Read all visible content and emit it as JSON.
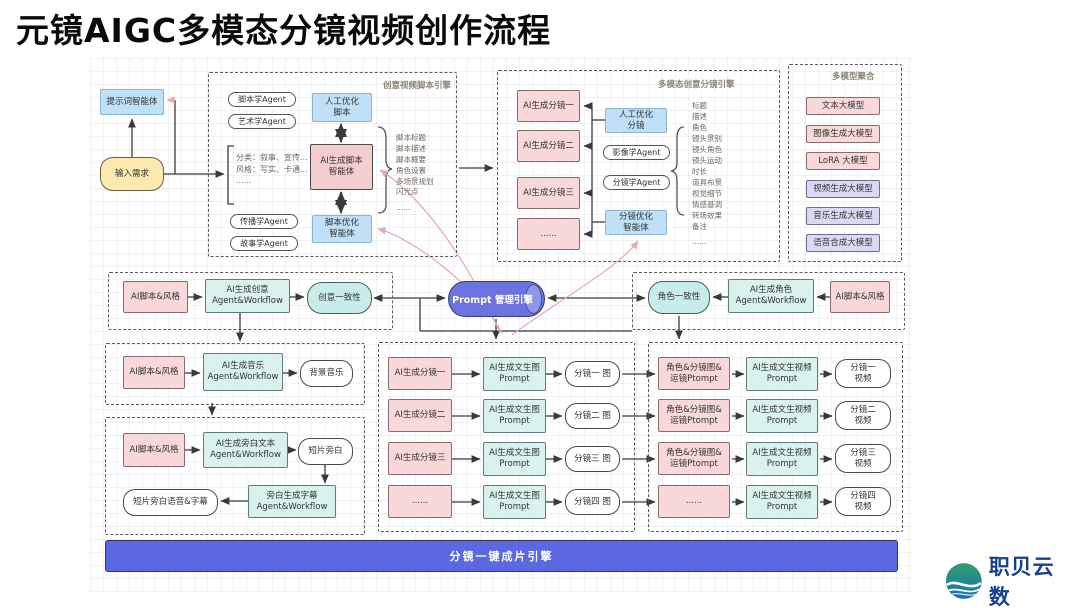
{
  "page_title": "元镜AIGC多模态分镜视频创作流程",
  "colors": {
    "pink_box": "#f8d8d8",
    "teal_box": "#d9f2ee",
    "blue_box": "#bfe0f6",
    "yellow_box": "#fbe9ae",
    "lavender_box": "#d7daf2",
    "cylinder": "#6a73e0",
    "bottom_bar": "#5c68e2",
    "logo_text": "#17418f",
    "link_pink": "#e3aaaa"
  },
  "input": {
    "prompt_agent": "提示词智能体",
    "demand": "输入需求"
  },
  "script_engine": {
    "title": "创意视频脚本引擎",
    "agents": [
      "脚本学Agent",
      "艺术学Agent",
      "传播学Agent",
      "故事学Agent"
    ],
    "classify": "分类：叙事、宣传...\n风格：写实、卡通...\n......",
    "manual": "人工优化\n脚本",
    "gen": "AI生成脚本\n智能体",
    "optimize": "脚本优化\n智能体",
    "fields": [
      "脚本标题",
      "脚本描述",
      "脚本概要",
      "角色设置",
      "多场景规划",
      "闪光点",
      "......"
    ]
  },
  "storyboard_engine": {
    "title": "多模态创意分镜引擎",
    "shots": [
      "AI生成分镜一",
      "AI生成分镜二",
      "AI生成分镜三",
      "......"
    ],
    "manual": "人工优化\n分镜",
    "agents": [
      "影像学Agent",
      "分镜学Agent"
    ],
    "optimize": "分镜优化\n智能体",
    "fields": [
      "标题",
      "描述",
      "角色",
      "镜头景别",
      "镜头角色",
      "镜头运动",
      "时长",
      "道具布景",
      "视觉细节",
      "情感基调",
      "转场效果",
      "备注",
      "......"
    ]
  },
  "model_hub": {
    "title": "多模型聚合",
    "models": [
      {
        "label": "文本大模型",
        "type": "pink"
      },
      {
        "label": "图像生成大模型",
        "type": "pink"
      },
      {
        "label": "LoRA 大模型",
        "type": "pink"
      },
      {
        "label": "视频生成大模型",
        "type": "lavender"
      },
      {
        "label": "音乐生成大模型",
        "type": "lavender"
      },
      {
        "label": "语音合成大模型",
        "type": "lavender"
      }
    ]
  },
  "creative_row": {
    "script_style": "AI脚本&风格",
    "gen": "AI生成创意\nAgent&Workflow",
    "consistency": "创意一致性"
  },
  "prompt_engine": {
    "label": "Prompt 管理引擎"
  },
  "character_row": {
    "consistency": "角色一致性",
    "gen": "AI生成角色\nAgent&Workflow",
    "script_style": "AI脚本&风格"
  },
  "music_row": {
    "script_style": "AI脚本&风格",
    "gen": "AI生成音乐\nAgent&Workflow",
    "output": "背景音乐"
  },
  "narration_row": {
    "script_style": "AI脚本&风格",
    "gen": "AI生成旁白文本\nAgent&Workflow",
    "output": "短片旁白",
    "subtitle_gen": "旁白生成字幕\nAgent&Workflow",
    "final": "短片旁白语音&字幕"
  },
  "image_rows": [
    {
      "src": "AI生成分镜一",
      "prompt": "AI生成文生图\nPrompt",
      "out": "分镜一 图"
    },
    {
      "src": "AI生成分镜二",
      "prompt": "AI生成文生图\nPrompt",
      "out": "分镜二 图"
    },
    {
      "src": "AI生成分镜三",
      "prompt": "AI生成文生图\nPrompt",
      "out": "分镜三 图"
    },
    {
      "src": "......",
      "prompt": "AI生成文生图\nPrompt",
      "out": "分镜四 图"
    }
  ],
  "video_rows": [
    {
      "src": "角色&分镜图&\n运镜Ptompt",
      "prompt": "AI生成文生视频\nPrompt",
      "out": "分镜一\n视频"
    },
    {
      "src": "角色&分镜图&\n运镜Ptompt",
      "prompt": "AI生成文生视频\nPrompt",
      "out": "分镜二\n视频"
    },
    {
      "src": "角色&分镜图&\n运镜Ptompt",
      "prompt": "AI生成文生视频\nPrompt",
      "out": "分镜三\n视频"
    },
    {
      "src": "......",
      "prompt": "AI生成文生视频\nPrompt",
      "out": "分镜四\n视频"
    }
  ],
  "bottom_bar": {
    "label": "分镜一键成片引擎"
  },
  "logo": {
    "text": "职贝云数"
  }
}
